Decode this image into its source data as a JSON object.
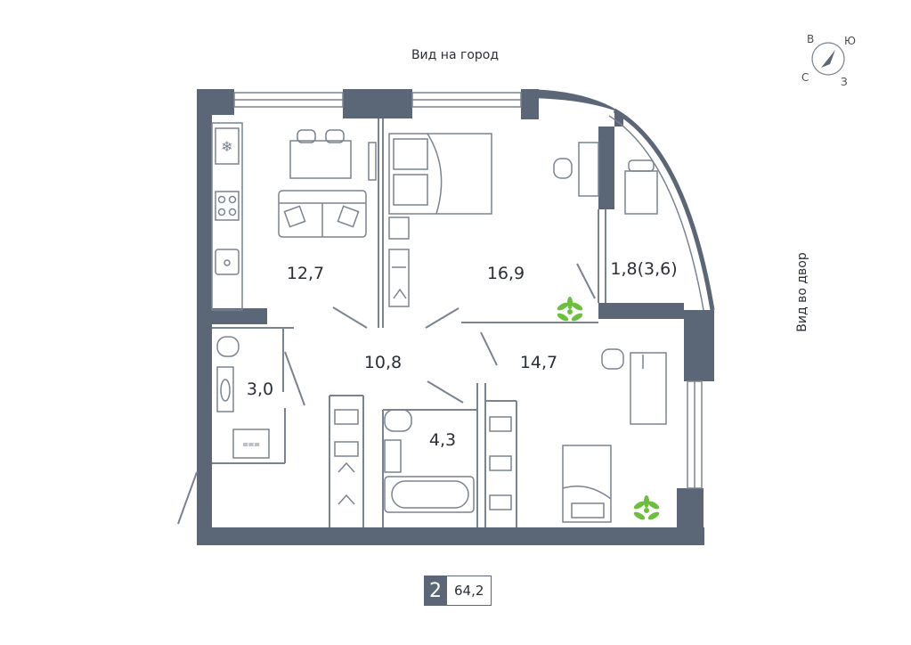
{
  "views": {
    "city": "Вид на город",
    "yard": "Вид во двор"
  },
  "compass": {
    "north": "В",
    "east": "Ю",
    "south": "З",
    "west": "С"
  },
  "rooms": [
    {
      "id": "kitchen-living",
      "area": "12,7"
    },
    {
      "id": "bedroom",
      "area": "16,9"
    },
    {
      "id": "loggia",
      "area": "1,8(3,6)"
    },
    {
      "id": "hall",
      "area": "10,8"
    },
    {
      "id": "toilet",
      "area": "3,0"
    },
    {
      "id": "bathroom",
      "area": "4,3"
    },
    {
      "id": "study",
      "area": "14,7"
    }
  ],
  "summary": {
    "rooms_count": "2",
    "total_area": "64,2"
  },
  "colors": {
    "wall": "#5b6677",
    "line": "#7a8390",
    "plant": "#6bbf3a"
  }
}
